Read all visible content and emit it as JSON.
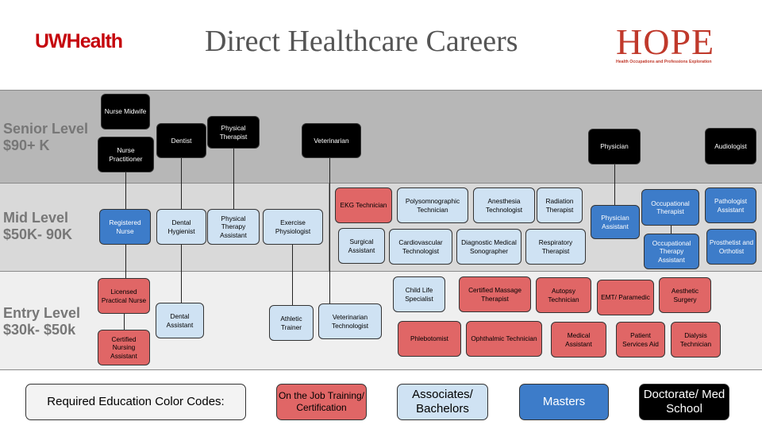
{
  "header": {
    "left_logo": "UWHealth",
    "title": "Direct Healthcare Careers",
    "right_logo": "HOPE",
    "right_logo_subtitle": "Health Occupations and Professions Exploration"
  },
  "bands": {
    "senior": {
      "line1": "Senior Level",
      "line2": "$90+ K"
    },
    "mid": {
      "line1": "Mid Level",
      "line2": "$50K- 90K"
    },
    "entry": {
      "line1": "Entry Level",
      "line2": "$30k- $50k"
    }
  },
  "careers": {
    "nurse_midwife": "Nurse Midwife",
    "nurse_practitioner": "Nurse Practitioner",
    "dentist": "Dentist",
    "physical_therapist": "Physical Therapist",
    "veterinarian": "Veterinarian",
    "physician": "Physician",
    "audiologist": "Audiologist",
    "registered_nurse": "Registered Nurse",
    "dental_hygienist": "Dental Hygienist",
    "physical_therapy_assistant": "Physical Therapy Assistant",
    "exercise_physiologist": "Exercise Physiologist",
    "ekg_technician": "EKG Technician",
    "polysomnographic_technician": "Polysomnographic Technician",
    "anesthesia_technologist": "Anesthesia Technologist",
    "radiation_therapist": "Radiation Therapist",
    "physician_assistant": "Physician Assistant",
    "occupational_therapist": "Occupational Therapist",
    "pathologist_assistant": "Pathologist Assistant",
    "surgical_assistant": "Surgical Assistant",
    "cardiovascular_technologist": "Cardiovascular Technologist",
    "diagnostic_medical_sonographer": "Diagnostic Medical Sonographer",
    "respiratory_therapist": "Respiratory Therapist",
    "occupational_therapy_assistant": "Occupational Therapy Assistant",
    "prosthetist_and_orthotist": "Prosthetist and Orthotist",
    "licensed_practical_nurse": "Licensed Practical Nurse",
    "certified_nursing_assistant": "Certified Nursing Assistant",
    "dental_assistant": "Dental Assistant",
    "athletic_trainer": "Athletic Trainer",
    "veterinarian_technologist": "Veterinarian Technologist",
    "child_life_specialist": "Child Life Specialist",
    "certified_massage_therapist": "Certified Massage Therapist",
    "autopsy_technician": "Autopsy Technician",
    "emt_paramedic": "EMT/ Paramedic",
    "aesthetic_surgery": "Aesthetic Surgery",
    "phlebotomist": "Phlebotomist",
    "ophthalmic_technician": "Ophthalmic Technician",
    "medical_assistant": "Medical Assistant",
    "patient_services_aid": "Patient Services Aid",
    "dialysis_technician": "Dialysis Technician"
  },
  "legend": {
    "title": "Required Education Color Codes:",
    "items": [
      {
        "label": "On the Job Training/ Certification",
        "color": "#e06666"
      },
      {
        "label": "Associates/ Bachelors",
        "color": "#cfe2f3"
      },
      {
        "label": "Masters",
        "color": "#3d7cc9"
      },
      {
        "label": "Doctorate/ Med School",
        "color": "#000000"
      }
    ]
  }
}
